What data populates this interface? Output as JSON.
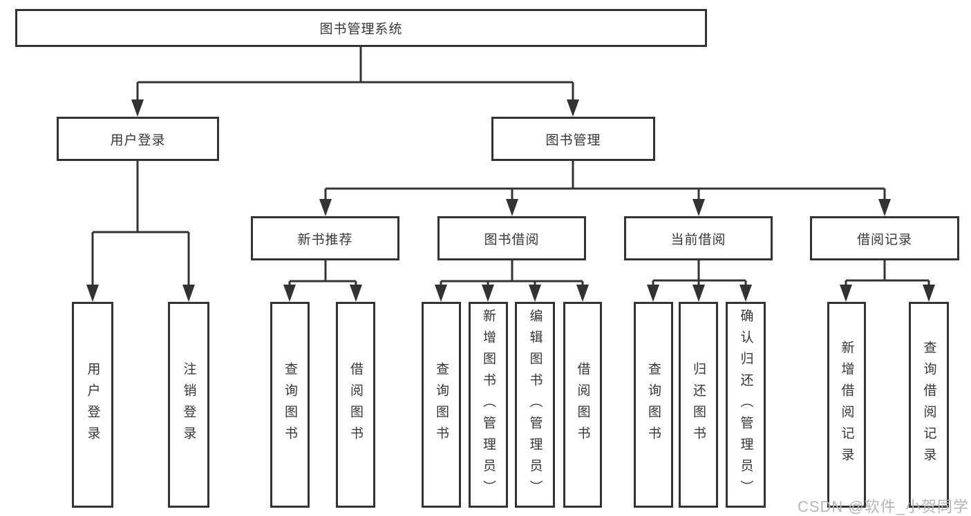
{
  "tree": {
    "label": "图书管理系统",
    "children": [
      {
        "label": "用户登录",
        "children": [
          {
            "label": "用户登录"
          },
          {
            "label": "注销登录"
          }
        ]
      },
      {
        "label": "图书管理",
        "children": [
          {
            "label": "新书推荐",
            "children": [
              {
                "label": "查询图书"
              },
              {
                "label": "借阅图书"
              }
            ]
          },
          {
            "label": "图书借阅",
            "children": [
              {
                "label": "查询图书"
              },
              {
                "label": "新增图书（管理员）"
              },
              {
                "label": "编辑图书（管理员）"
              },
              {
                "label": "借阅图书"
              }
            ]
          },
          {
            "label": "当前借阅",
            "children": [
              {
                "label": "查询图书"
              },
              {
                "label": "归还图书"
              },
              {
                "label": "确认归还（管理员）"
              }
            ]
          },
          {
            "label": "借阅记录",
            "children": [
              {
                "label": "新增借阅记录"
              },
              {
                "label": "查询借阅记录"
              }
            ]
          }
        ]
      }
    ]
  },
  "watermark": {
    "text": "CSDN @软件_小贺同学"
  },
  "colors": {
    "line_color": "#333333",
    "text_color": "#363636",
    "background_color": "#ffffff",
    "watermark_color": "#b5b5b5"
  }
}
